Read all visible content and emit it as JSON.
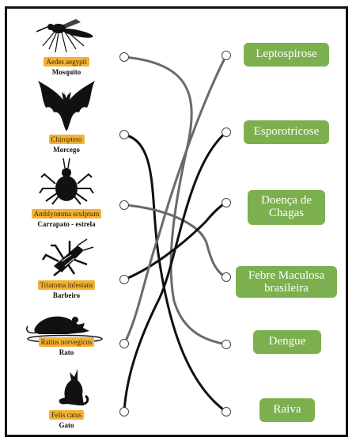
{
  "animals": [
    {
      "id": "mosquito",
      "scientific": "Aedes aegypti",
      "common": "Mosquito",
      "icon": "mosquito-icon"
    },
    {
      "id": "morcego",
      "scientific": "Chiroptero",
      "common": "Morcego",
      "icon": "bat-icon"
    },
    {
      "id": "carrapato",
      "scientific": "Amblyomma sculptum",
      "common": "Carrapato - estrela",
      "icon": "tick-icon"
    },
    {
      "id": "barbeiro",
      "scientific": "Triatoma infestans",
      "common": "Barbeiro",
      "icon": "kissing-bug-icon"
    },
    {
      "id": "rato",
      "scientific": "Rattus norvegicus",
      "common": "Rato",
      "icon": "rat-icon"
    },
    {
      "id": "gato",
      "scientific": "Felis catus",
      "common": "Gato",
      "icon": "cat-icon"
    }
  ],
  "diseases": [
    {
      "id": "leptospirose",
      "label": "Leptospirose"
    },
    {
      "id": "esporotricose",
      "label": "Esporotricose"
    },
    {
      "id": "chagas",
      "label": "Doença de Chagas"
    },
    {
      "id": "maculosa",
      "label": "Febre Maculosa brasileira"
    },
    {
      "id": "dengue",
      "label": "Dengue"
    },
    {
      "id": "raiva",
      "label": "Raiva"
    }
  ],
  "links": [
    {
      "from": "mosquito",
      "to": "dengue",
      "color": "#666666"
    },
    {
      "from": "morcego",
      "to": "raiva",
      "color": "#111111"
    },
    {
      "from": "carrapato",
      "to": "maculosa",
      "color": "#666666"
    },
    {
      "from": "barbeiro",
      "to": "chagas",
      "color": "#111111"
    },
    {
      "from": "rato",
      "to": "leptospirose",
      "color": "#666666"
    },
    {
      "from": "gato",
      "to": "esporotricose",
      "color": "#111111"
    }
  ]
}
